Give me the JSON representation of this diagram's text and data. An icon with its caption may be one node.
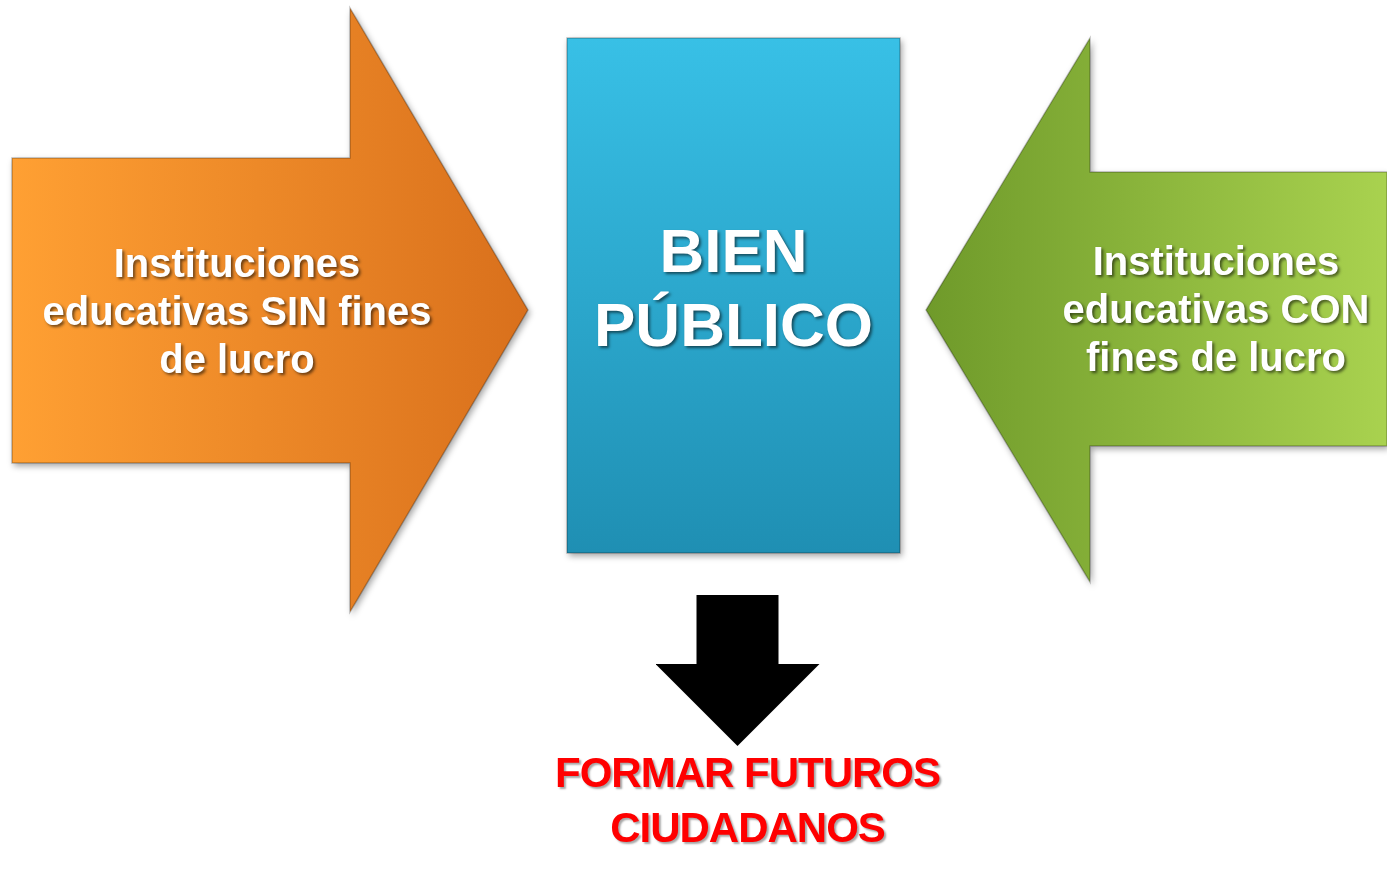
{
  "diagram": {
    "nodes": [
      {
        "text": [
          "Instituciones educativas SIN fines de lucro"
        ]
      },
      {
        "text": [
          "BIEN PÚBLICO"
        ]
      },
      {
        "text": [
          "Instituciones educativas CON fines de lucro"
        ]
      },
      {
        "text": [
          "FORMAR FUTUROS CIUDADANOS"
        ]
      }
    ],
    "edges": [
      {
        "from": 1,
        "to": 3,
        "arrow": "to"
      }
    ]
  }
}
